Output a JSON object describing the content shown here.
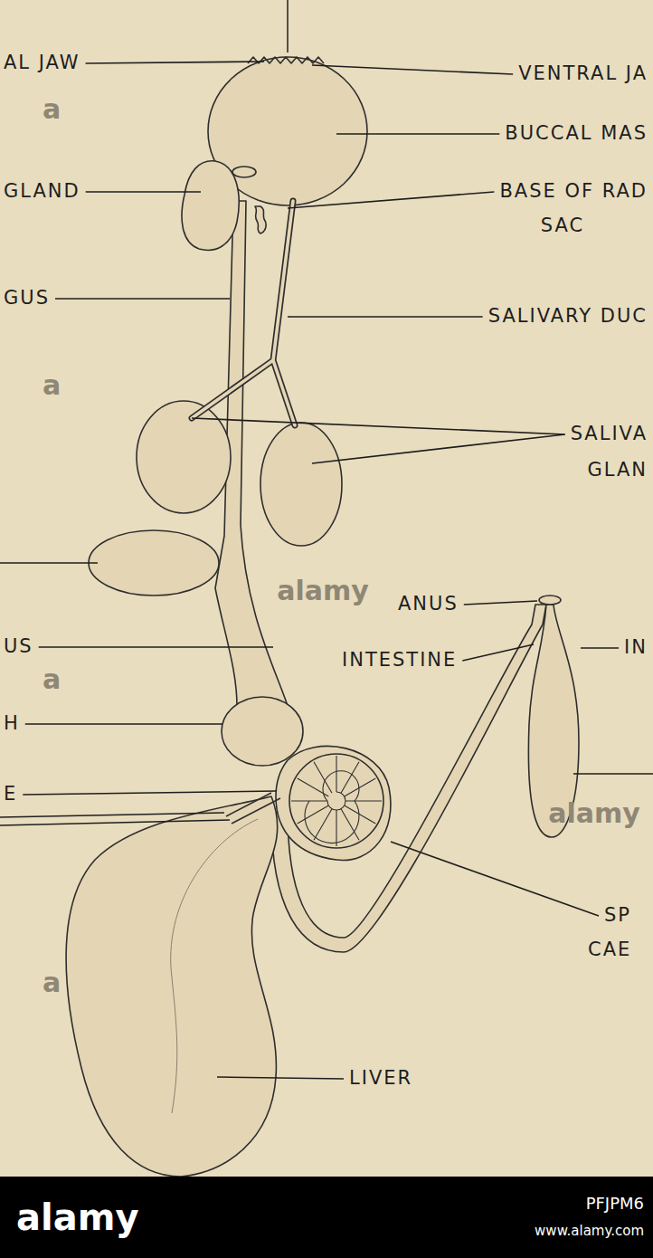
{
  "diagram": {
    "labels": [
      "AL JAW",
      "VENTRAL JA",
      "BUCCAL MAS",
      "GLAND",
      "BASE OF RAD",
      "SAC",
      "GUS",
      "SALIVARY DUC",
      "SALIVA",
      "GLAN",
      "ANUS",
      "US",
      "INTESTINE",
      "IN",
      "H",
      "E",
      "SP",
      "CAE",
      "LIVER",
      "alamy",
      "alamy",
      "a",
      "a",
      "a",
      "a",
      "alamy",
      "PFJPM6",
      "www.alamy.com"
    ]
  }
}
